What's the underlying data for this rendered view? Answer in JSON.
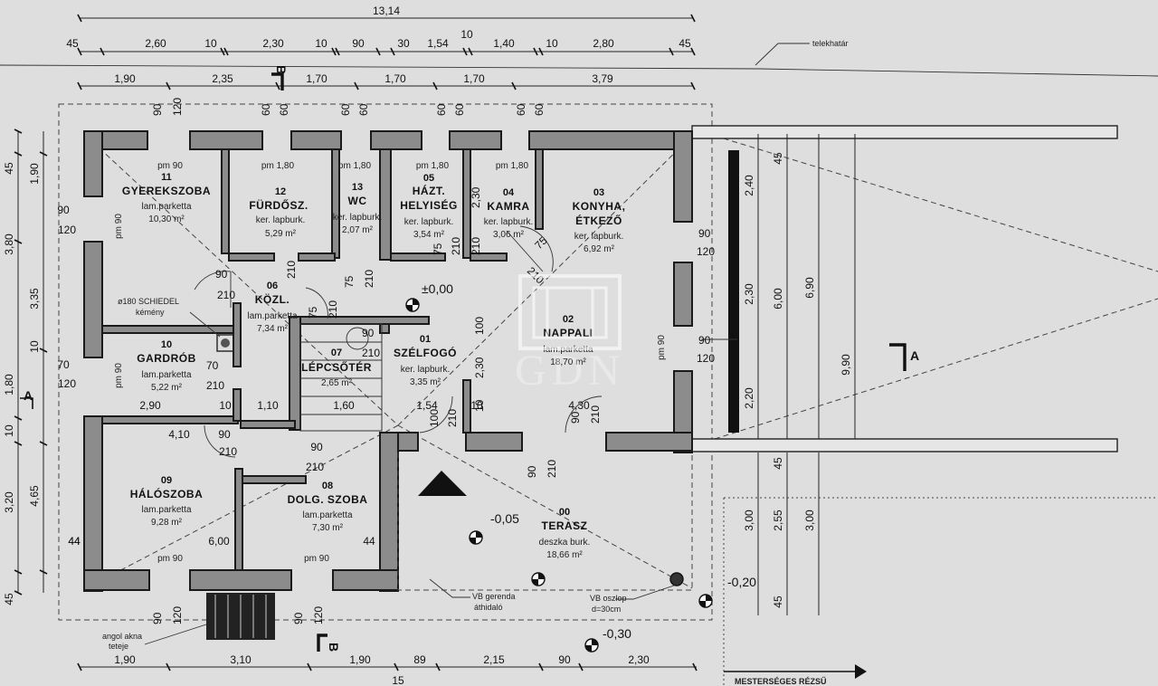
{
  "top_dims": {
    "overall": "13,14",
    "row1": [
      "45",
      "2,60",
      "10",
      "2,30",
      "10",
      "90",
      "30",
      "1,54",
      "10",
      "1,40",
      "10",
      "2,80",
      "45"
    ],
    "row2": [
      "1,90",
      "2,35",
      "1,70",
      "1,70",
      "1,70",
      "3,79"
    ]
  },
  "bottom_dims": {
    "row1": [
      "1,90",
      "3,10",
      "1,90",
      "89",
      "2,15",
      "90",
      "2,30"
    ],
    "row2": "15"
  },
  "left_dims": {
    "outer": [
      "45",
      "1,90",
      "90",
      "120",
      "3,80",
      "3,35",
      "10",
      "1,80",
      "70",
      "120",
      "10",
      "4,65",
      "3,20",
      "44",
      "45"
    ]
  },
  "right_dims": [
    "2,40",
    "2,30",
    "2,20",
    "6,00",
    "6,90",
    "9,90",
    "45",
    "3,00",
    "2,55",
    "3,00",
    "45"
  ],
  "labels": {
    "telekhatar": "telekhatár",
    "mesterseges": "MESTERSÉGES RÉZSŰ",
    "angol_akna": "angol akna",
    "teteje": "teteje",
    "vb_gerenda": "VB gerenda",
    "athidalo": "áthidaló",
    "vb_oszlop": "VB oszlop",
    "oszlop_d": "d=30cm",
    "schiedel": "ø180 SCHIEDEL",
    "kemeny": "kémény"
  },
  "levels": {
    "zero": "±0,00",
    "terasz": "-0,05",
    "outside": "-0,20",
    "bottom": "-0,30"
  },
  "sections": {
    "a": "A",
    "b": "B"
  },
  "watermark": "GDN",
  "rooms": [
    {
      "num": "11",
      "name": "GYEREKSZOBA",
      "finish": "lam.parketta",
      "area": "10,30 m²",
      "pm": "pm 90"
    },
    {
      "num": "12",
      "name": "FÜRDŐSZ.",
      "finish": "ker. lapburk.",
      "area": "5,29 m²",
      "pm": "pm 1,80"
    },
    {
      "num": "13",
      "name": "WC",
      "finish": "ker. lapburk.",
      "area": "2,07 m²",
      "pm": "pm 1,80"
    },
    {
      "num": "05",
      "name": "HÁZT.",
      "name2": "HELYISÉG",
      "finish": "ker. lapburk.",
      "area": "3,54 m²",
      "pm": "pm 1,80"
    },
    {
      "num": "04",
      "name": "KAMRA",
      "finish": "ker. lapburk.",
      "area": "3,06 m²",
      "pm": "pm 1,80"
    },
    {
      "num": "03",
      "name": "KONYHA,",
      "name2": "ÉTKEZŐ",
      "finish": "ker. lapburk.",
      "area": "6,92 m²"
    },
    {
      "num": "06",
      "name": "KÖZL.",
      "finish": "lam.parketta",
      "area": "7,34 m²"
    },
    {
      "num": "02",
      "name": "NAPPALI",
      "finish": "lam.parketta",
      "area": "18,70 m²",
      "pm": "pm 90"
    },
    {
      "num": "10",
      "name": "GARDRÓB",
      "finish": "lam.parketta",
      "area": "5,22 m²",
      "pm": "pm 90"
    },
    {
      "num": "07",
      "name": "LÉPCSŐTÉR",
      "finish": "",
      "area": "2,65 m²"
    },
    {
      "num": "01",
      "name": "SZÉLFOGÓ",
      "finish": "ker. lapburk.",
      "area": "3,35 m²"
    },
    {
      "num": "09",
      "name": "HÁLÓSZOBA",
      "finish": "lam.parketta",
      "area": "9,28 m²",
      "pm": "pm 90"
    },
    {
      "num": "08",
      "name": "DOLG. SZOBA",
      "finish": "lam.parketta",
      "area": "7,30 m²",
      "pm": "pm 90"
    },
    {
      "num": "00",
      "name": "TERASZ",
      "finish": "deszka burk.",
      "area": "18,66 m²"
    }
  ],
  "door_dims": {
    "d90": "90",
    "d120": "120",
    "d210": "210",
    "d75": "75",
    "d60": "60",
    "d70": "70",
    "d100": "100",
    "d230": "2,30",
    "d290": "2,90",
    "d110": "1,10",
    "d410": "4,10",
    "d160": "1,60",
    "d154": "1,54",
    "d430": "4,30",
    "d600": "6,00",
    "d44": "44",
    "d10": "10"
  }
}
